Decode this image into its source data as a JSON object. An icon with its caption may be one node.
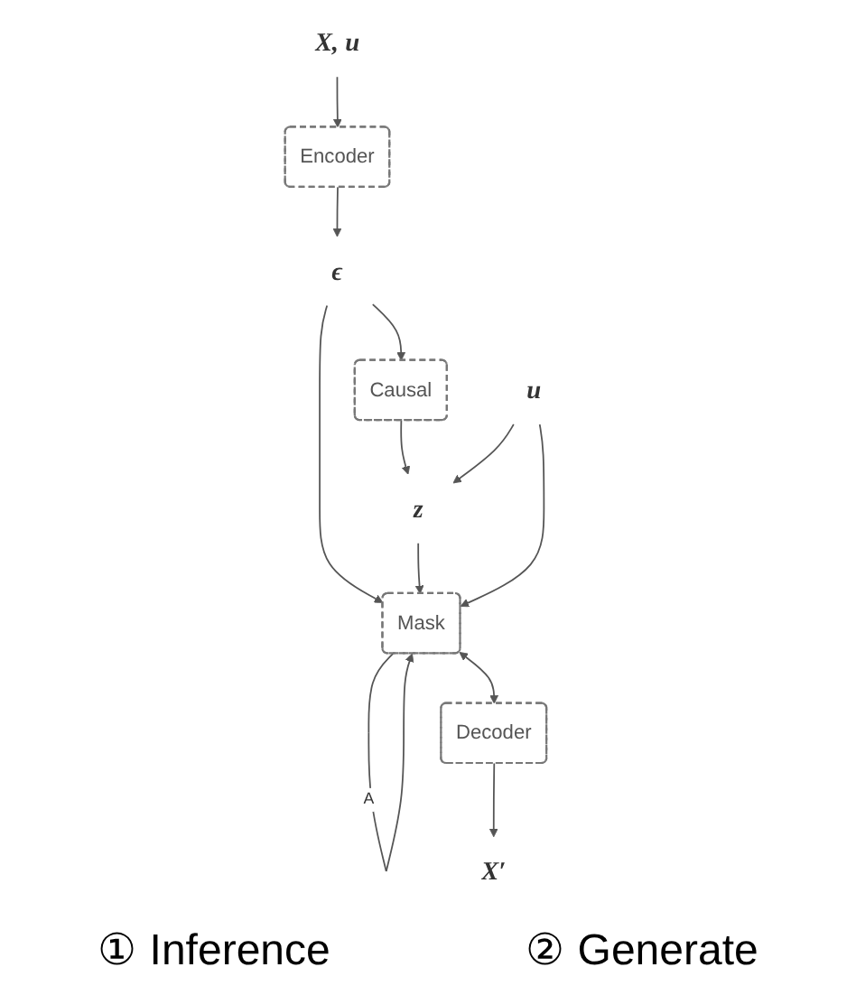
{
  "diagram": {
    "nodes": [
      {
        "text": [
          "X, u"
        ]
      },
      {
        "text": [
          "Encoder"
        ]
      },
      {
        "text": [
          "ϵ"
        ]
      },
      {
        "text": [
          "Causal"
        ]
      },
      {
        "text": [
          "u"
        ]
      },
      {
        "text": [
          "z"
        ]
      },
      {
        "text": [
          "Mask"
        ]
      },
      {
        "text": [
          "Decoder"
        ]
      },
      {
        "text": [
          "X′"
        ]
      }
    ],
    "edges": [
      {
        "from": 0,
        "to": 1,
        "arrow": "to"
      },
      {
        "from": 1,
        "to": 2,
        "arrow": "to"
      },
      {
        "from": 2,
        "to": 3,
        "arrow": "to"
      },
      {
        "from": 3,
        "to": 5,
        "arrow": "to"
      },
      {
        "from": 4,
        "to": 5,
        "arrow": "to"
      },
      {
        "from": 2,
        "to": 6,
        "arrow": "to"
      },
      {
        "from": 5,
        "to": 6,
        "arrow": "to"
      },
      {
        "from": 4,
        "to": 6,
        "arrow": "to"
      },
      {
        "from": 6,
        "to": 6,
        "label": "A",
        "arrow": "to"
      },
      {
        "from": 6,
        "to": 7,
        "arrow": "both"
      },
      {
        "from": 7,
        "to": 8,
        "arrow": "to"
      }
    ],
    "labels": [
      "① Inference",
      "② Generate"
    ]
  }
}
